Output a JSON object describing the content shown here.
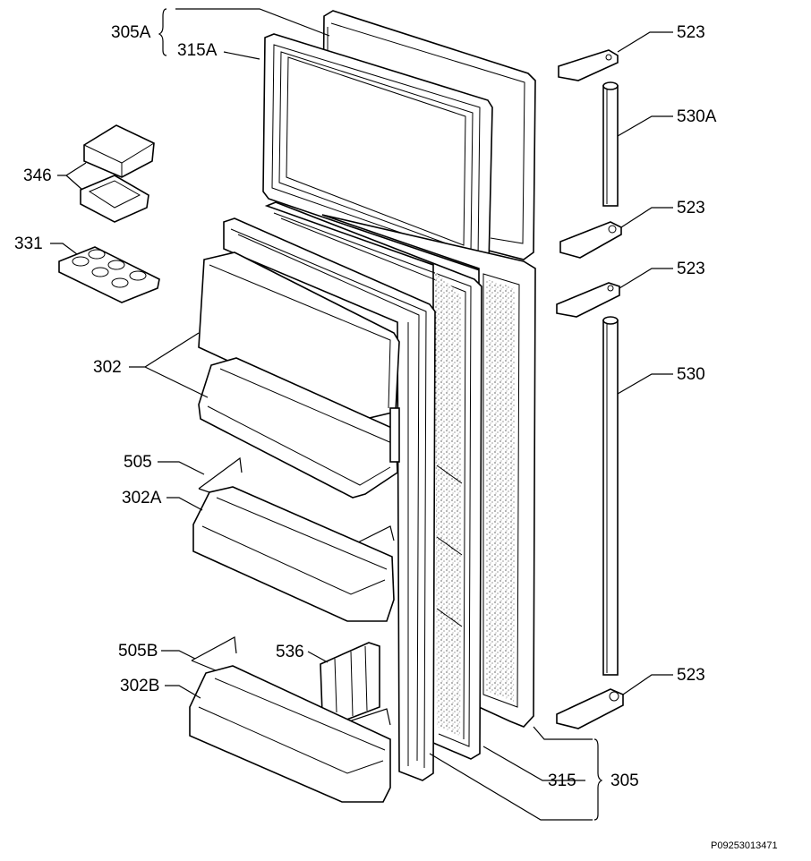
{
  "diagram": {
    "drawing_code": "P09253013471",
    "labels": {
      "l305a": "305A",
      "l315a": "315A",
      "l346": "346",
      "l331": "331",
      "l302": "302",
      "l505": "505",
      "l302a": "302A",
      "l505b": "505B",
      "l536": "536",
      "l302b": "302B",
      "l523_1": "523",
      "l530a": "530A",
      "l523_2": "523",
      "l523_3": "523",
      "l530": "530",
      "l523_4": "523",
      "l315": "315",
      "l305": "305"
    }
  }
}
